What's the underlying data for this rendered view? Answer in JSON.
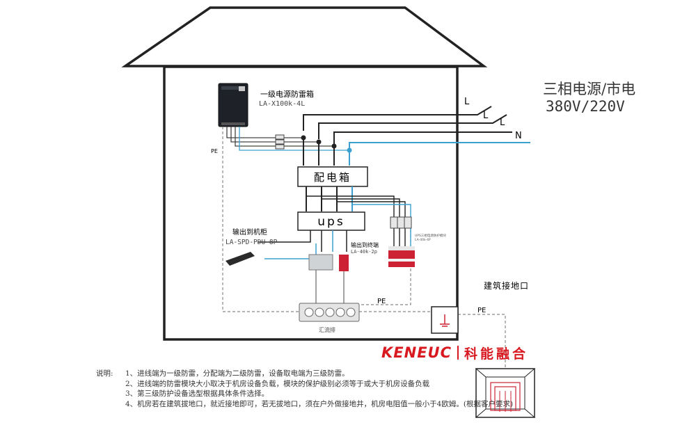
{
  "source": {
    "title": "三相电源/市电",
    "voltage": "380V/220V",
    "line_labels": [
      "L",
      "L",
      "L",
      "N"
    ]
  },
  "primary_spd": {
    "name": "一级电源防雷箱",
    "model": "LA-X100k-4L"
  },
  "pe_label": "PE",
  "distribution_box": {
    "label": "配电箱"
  },
  "ups": {
    "label": "ups"
  },
  "rack_output": {
    "name": "输出到机柜",
    "model": "LA-SPD-PDU-8P"
  },
  "terminal_output": {
    "name": "输出到终端",
    "model": "LA-40k-2p"
  },
  "third_stage": {
    "name": "UPS三相电源防护模块",
    "model": "LA-40k-4P"
  },
  "ground_bar": {
    "label": "汇流排"
  },
  "building_ground": {
    "label": "建筑接地口"
  },
  "brand": {
    "latin": "KENEUC",
    "cjk": "科能融合",
    "color": "#d81920"
  },
  "notes": {
    "label": "说明:",
    "items": [
      "1、进线端为一级防雷，分配端为二级防雷，设备取电端为三级防雷。",
      "2、进线端的防雷模块大小取决于机房设备负载，模块的保护级别必须等于或大于机房设备负载",
      "3、第三级防护设备选型根据具体条件选择。",
      "4、机房若在建筑拔地口，就近接地即可，若无拔地口，须在户外做接地井，机房电阻值一般小于4欧姆。(根据客户要求)"
    ]
  },
  "colors": {
    "line": "#222222",
    "neutral": "#3aa0d0",
    "spd_red": "#cc2233",
    "dashed": "#888888"
  }
}
